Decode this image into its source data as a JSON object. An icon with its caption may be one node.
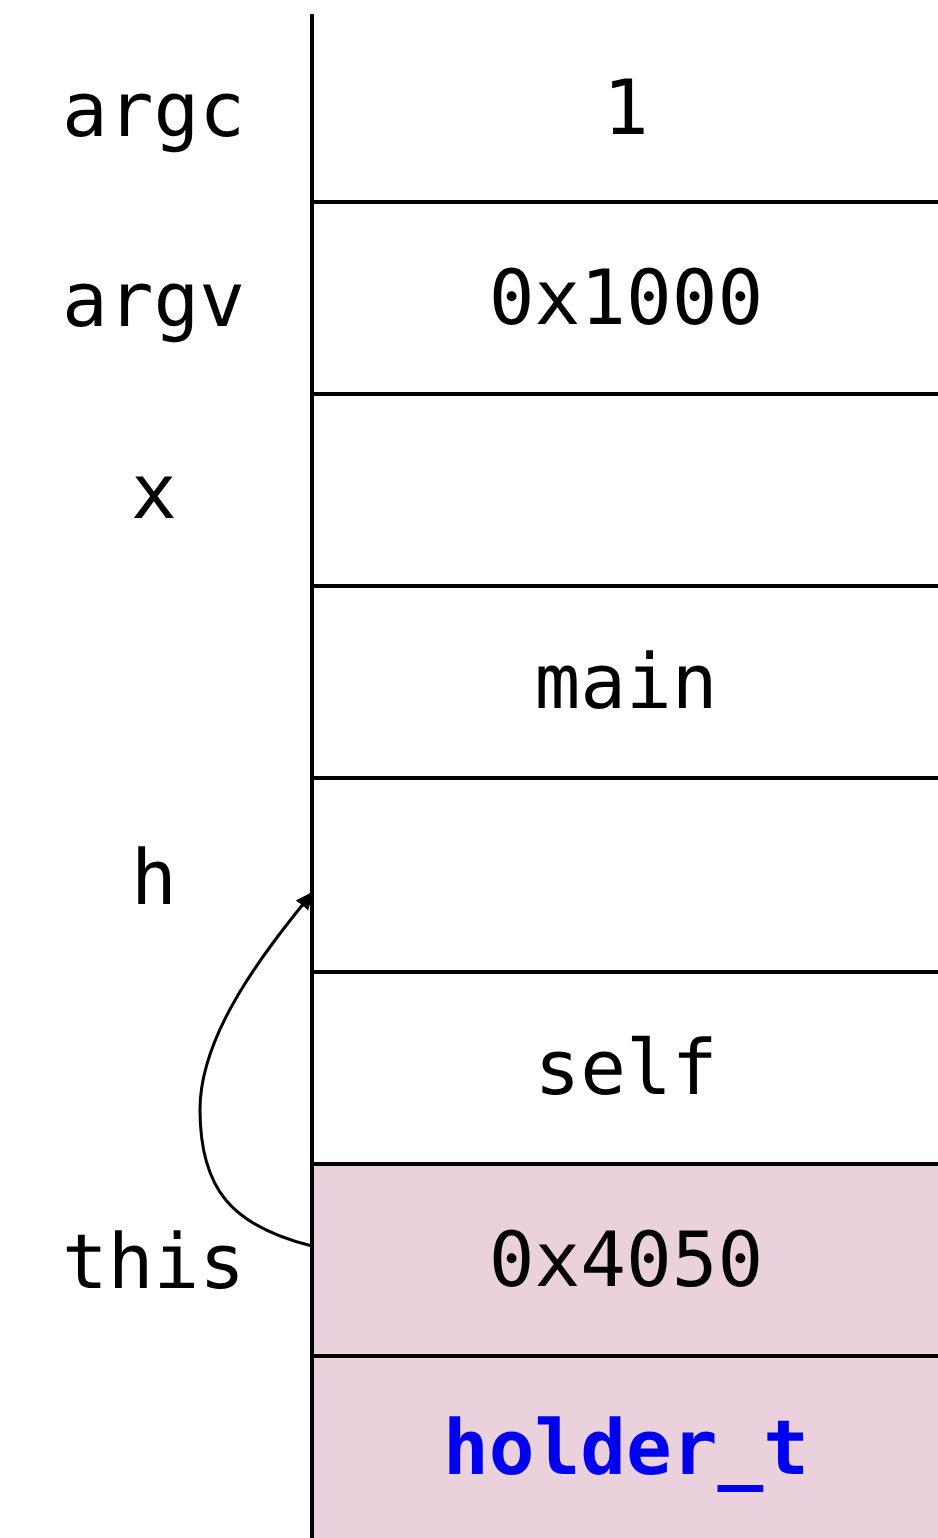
{
  "diagram": {
    "nodes": [
      {
        "text": [
          "1"
        ],
        "beside": [
          "argc"
        ]
      },
      {
        "text": [
          "0x1000"
        ],
        "beside": [
          "argv"
        ]
      },
      {
        "text": [],
        "shape": "box",
        "beside": [
          "x"
        ]
      },
      {
        "text": [
          "main"
        ]
      },
      {
        "text": [],
        "shape": "box",
        "beside": [
          "h"
        ]
      },
      {
        "text": [
          "self"
        ]
      },
      {
        "text": [
          "0x4050"
        ],
        "beside": [
          "this"
        ]
      },
      {
        "text": [
          "holder_t"
        ]
      }
    ],
    "edges": [
      {
        "from": 6,
        "to": 4,
        "arrow": "to"
      }
    ]
  }
}
